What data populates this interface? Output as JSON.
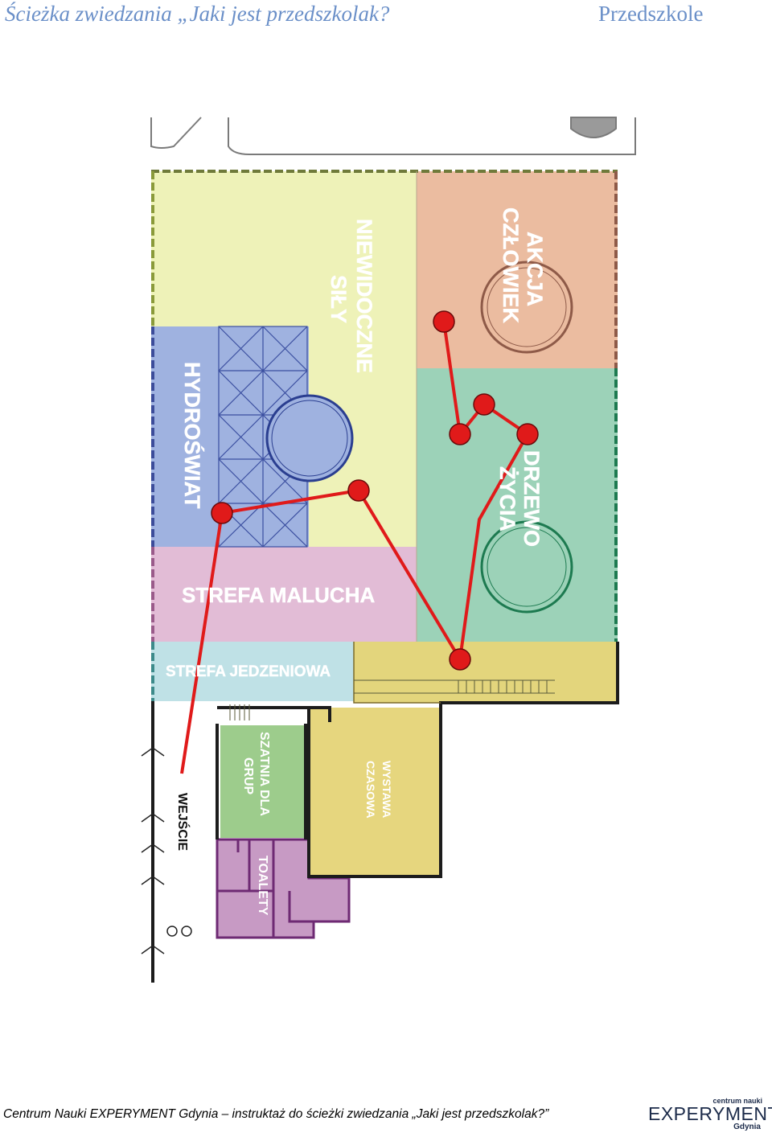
{
  "header": {
    "title": "Ścieżka zwiedzania „Jaki jest przedszkolak?",
    "category": "Przedszkole"
  },
  "zones": {
    "niewidoczne_line1": "NIEWIDOCZNE",
    "niewidoczne_line2": "SIŁY",
    "akcja_line1": "AKCJA",
    "akcja_line2": "CZŁOWIEK",
    "hydroswiat": "HYDROŚWIAT",
    "drzewo_line1": "DRZEWO",
    "drzewo_line2": "ŻYCIA",
    "strefa_malucha": "STREFA MALUCHA",
    "strefa_jedzeniowa": "STREFA JEDZENIOWA",
    "szatnia_line1": "SZATNIA DLA",
    "szatnia_line2": "GRUP",
    "wystawa_line1": "WYSTAWA",
    "wystawa_line2": "CZASOWA",
    "toalety": "TOALETY",
    "wejscie": "WEJŚCIE"
  },
  "colors": {
    "niewidoczne": "#eef2b8",
    "akcja": "#ebbca0",
    "hydroswiat": "#9fb2e0",
    "drzewo": "#9cd2b8",
    "malucha": "#e2bcd6",
    "jedzeniowa": "#bfe1e6",
    "corridor": "#e3d57c",
    "szatnia": "#9dcc8c",
    "wystawa": "#e6d67e",
    "toalety": "#c79ac4",
    "route": "#e01a1a"
  },
  "footer": {
    "text": "Centrum Nauki EXPERYMENT Gdynia – instruktaż do ścieżki zwiedzania „Jaki jest przedszkolak?”",
    "logo_top": "centrum nauki",
    "logo_main": "EXPERYMENT",
    "logo_bottom": "Gdynia"
  }
}
